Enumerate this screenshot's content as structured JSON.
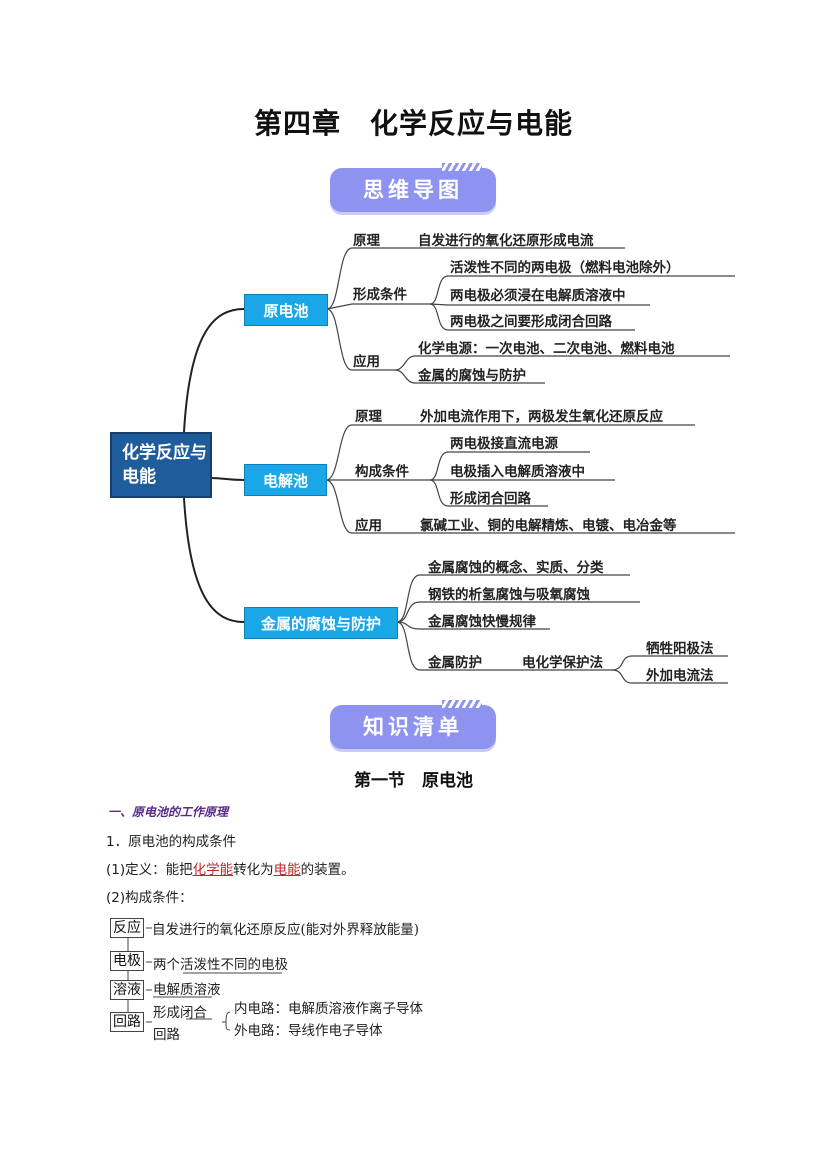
{
  "title": "第四章　化学反应与电能",
  "banner_mindmap": "思维导图",
  "banner_knowledge": "知识清单",
  "mindmap": {
    "root": "化学反应与电能",
    "galvanic": {
      "label": "原电池",
      "principle_label": "原理",
      "principle": "自发进行的氧化还原形成电流",
      "conditions_label": "形成条件",
      "conditions": [
        "活泼性不同的两电极（燃料电池除外）",
        "两电极必须浸在电解质溶液中",
        "两电极之间要形成闭合回路"
      ],
      "application_label": "应用",
      "applications": [
        "化学电源：一次电池、二次电池、燃料电池",
        "金属的腐蚀与防护"
      ]
    },
    "electrolytic": {
      "label": "电解池",
      "principle_label": "原理",
      "principle": "外加电流作用下，两极发生氧化还原反应",
      "conditions_label": "构成条件",
      "conditions": [
        "两电极接直流电源",
        "电极插入电解质溶液中",
        "形成闭合回路"
      ],
      "application_label": "应用",
      "application": "氯碱工业、铜的电解精炼、电镀、电冶金等"
    },
    "corrosion": {
      "label": "金属的腐蚀与防护",
      "items": [
        "金属腐蚀的概念、实质、分类",
        "钢铁的析氢腐蚀与吸氧腐蚀",
        "金属腐蚀快慢规律"
      ],
      "protection_label": "金属防护",
      "method_label": "电化学保护法",
      "methods": [
        "牺牲阳极法",
        "外加电流法"
      ]
    }
  },
  "section_title": "第一节　原电池",
  "heading1": "一、原电池的工作原理",
  "item1": "1．原电池的构成条件",
  "def": {
    "prefix": "(1)定义：能把",
    "term1": "化学能",
    "mid": "转化为",
    "term2": "电能",
    "suffix": "的装置。"
  },
  "cond_label": "(2)构成条件：",
  "diagram": {
    "boxes": [
      "反应",
      "电极",
      "溶液",
      "回路"
    ],
    "reaction": "自发进行的氧化还原反应(能对外界释放能量)",
    "electrode": "两个活泼性不同的电极",
    "solution": "电解质溶液",
    "circuit1": "形成闭合",
    "circuit2": "回路",
    "inner": "内电路：电解质溶液作离子导体",
    "outer": "外电路：导线作电子导体"
  }
}
